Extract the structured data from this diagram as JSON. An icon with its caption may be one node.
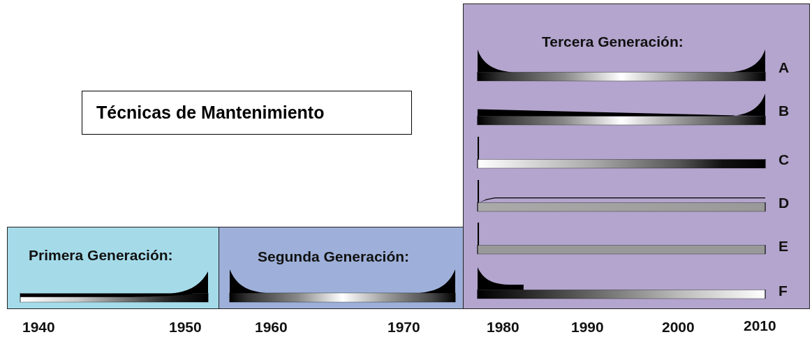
{
  "diagram": {
    "nodes": [
      {
        "text": [
          "Técnicas de Mantenimiento"
        ]
      },
      {
        "text": [
          "Primera Generación:"
        ]
      },
      {
        "text": [
          "Segunda Generación:"
        ]
      },
      {
        "text": [
          "Tercera Generación:"
        ]
      }
    ],
    "labels": [
      "A",
      "B",
      "C",
      "D",
      "E",
      "F",
      "1940",
      "1950",
      "1960",
      "1970",
      "1980",
      "1990",
      "2000",
      "2010"
    ]
  }
}
